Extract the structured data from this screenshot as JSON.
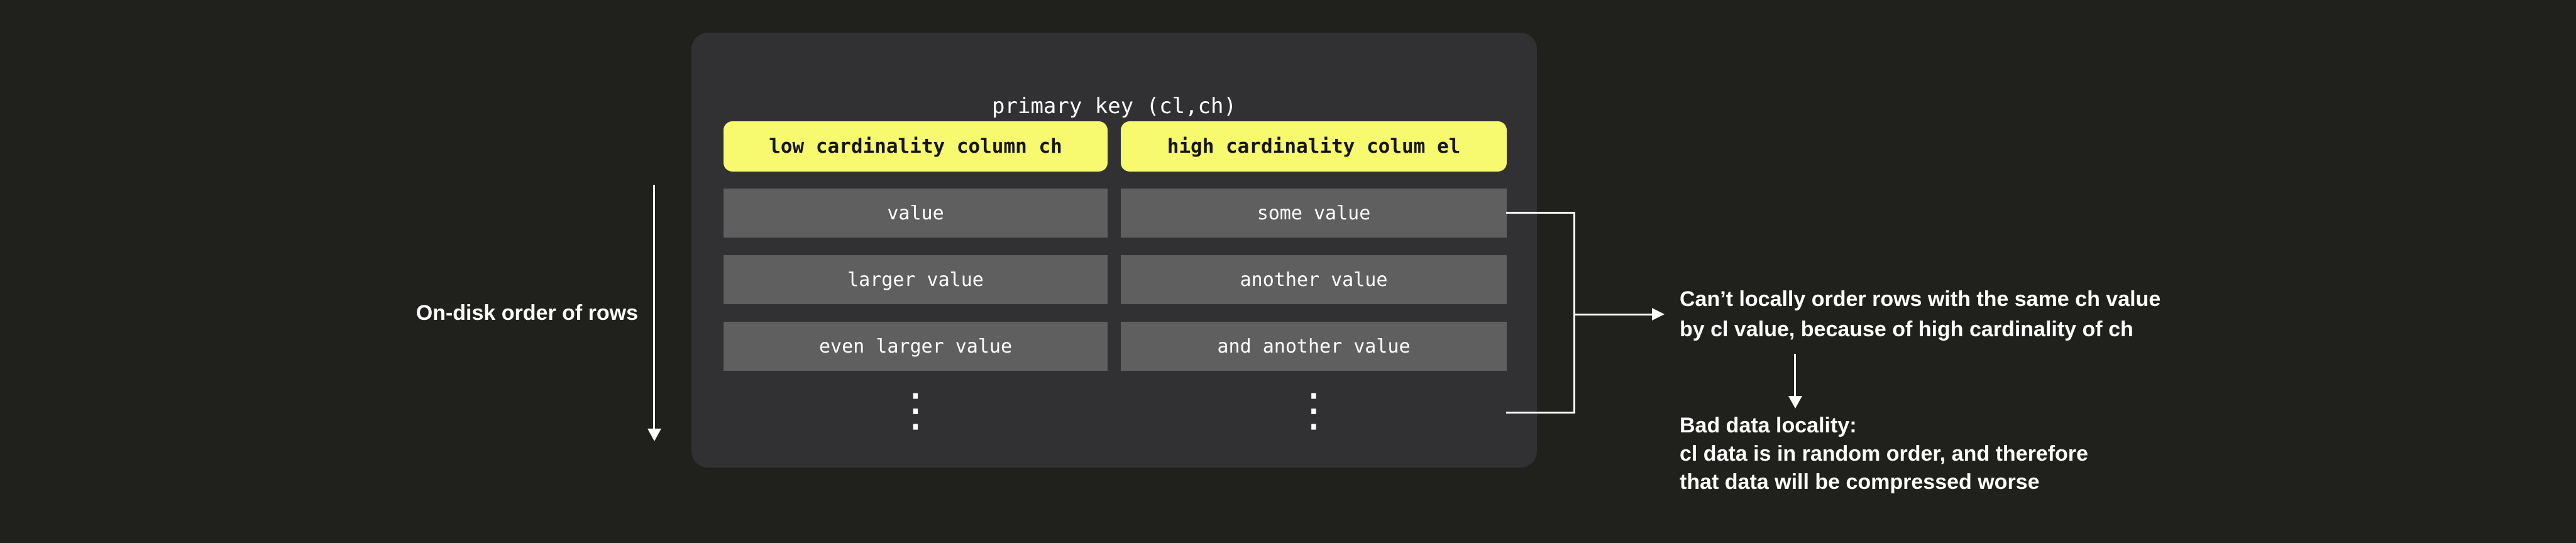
{
  "colors": {
    "background": "#20201c",
    "panel": "#313133",
    "row_box": "#5f5f5f",
    "header_box": "#f7fa6e",
    "text": "#ffffff",
    "header_text": "#161616"
  },
  "panel": {
    "title": "primary key (cl,ch)",
    "headers": [
      {
        "label": "low cardinality column ch"
      },
      {
        "label": "high cardinality colum el"
      }
    ],
    "rows": [
      {
        "left": "value",
        "right": "some value"
      },
      {
        "left": "larger value",
        "right": "another value"
      },
      {
        "left": "even larger value",
        "right": "and another value"
      }
    ],
    "ellipsis": "⋮"
  },
  "left_label": "On-disk order of rows",
  "annotations": {
    "cardinality": {
      "line1": "Can’t locally order rows with the same ch value",
      "line2": "by cl value, because of high cardinality of ch"
    },
    "locality": {
      "line1": "Bad data locality:",
      "line2": "cl data is in random order, and therefore",
      "line3": "that data will be compressed worse"
    }
  }
}
